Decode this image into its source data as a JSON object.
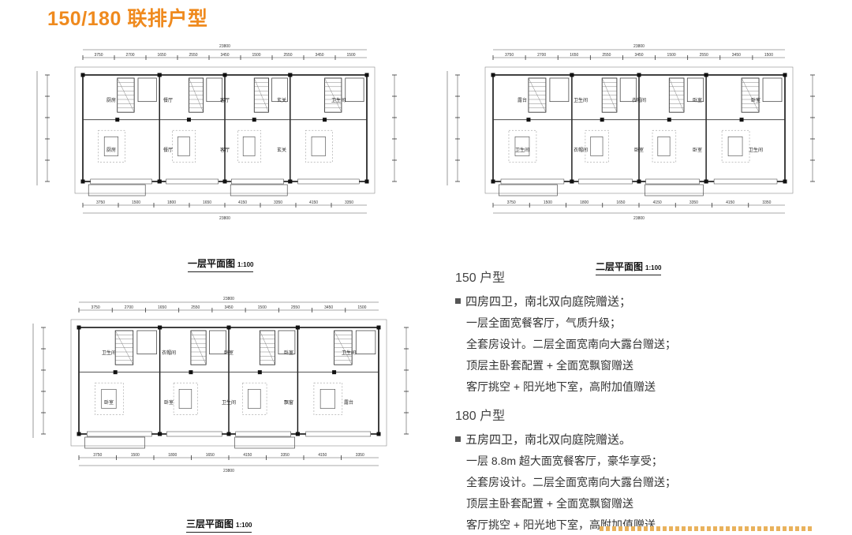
{
  "page": {
    "title": "150/180 联排户型",
    "accent_color": "#ef8a1e"
  },
  "plans": [
    {
      "label": "一层平面图",
      "scale": "1:100",
      "top_dims": [
        "3750",
        "2700",
        "1650",
        "2550",
        "3450",
        "1500",
        "2550",
        "3450",
        "1500"
      ],
      "top_total": "23800",
      "bottom_dims": [
        "3750",
        "1500",
        "1800",
        "1650",
        "4150",
        "3350",
        "4150",
        "3350"
      ],
      "bottom_total": "23800",
      "rooms": [
        "厨房",
        "餐厅",
        "客厅",
        "玄关",
        "卫生间",
        "厨房",
        "餐厅",
        "客厅",
        "玄关"
      ]
    },
    {
      "label": "二层平面图",
      "scale": "1:100",
      "top_dims": [
        "3750",
        "2700",
        "1650",
        "2550",
        "3450",
        "1500",
        "2550",
        "3450",
        "1500"
      ],
      "top_total": "23800",
      "bottom_dims": [
        "3750",
        "1500",
        "1800",
        "1650",
        "4150",
        "3350",
        "4150",
        "3350"
      ],
      "bottom_total": "23800",
      "rooms": [
        "露台",
        "卫生间",
        "衣帽间",
        "卧室",
        "卧室",
        "卫生间",
        "衣帽间",
        "卧室",
        "卧室",
        "卫生间"
      ]
    },
    {
      "label": "三层平面图",
      "scale": "1:100",
      "top_dims": [
        "3750",
        "2700",
        "1650",
        "2550",
        "3450",
        "1500",
        "2550",
        "3450",
        "1500"
      ],
      "top_total": "23800",
      "bottom_dims": [
        "3750",
        "1500",
        "1800",
        "1650",
        "4150",
        "3350",
        "4150",
        "3350"
      ],
      "bottom_total": "23800",
      "rooms": [
        "卫生间",
        "衣帽间",
        "卧室",
        "卧室",
        "卫生间",
        "卧室",
        "卧室",
        "卫生间",
        "飘窗",
        "露台"
      ]
    }
  ],
  "description": [
    {
      "type_title": "150 户型",
      "headline": "四房四卫，南北双向庭院赠送；",
      "lines": [
        "一层全面宽餐客厅，气质升级；",
        "全套房设计。二层全面宽南向大露台赠送；",
        "顶层主卧套配置 + 全面宽飘窗赠送",
        "客厅挑空 + 阳光地下室，高附加值赠送"
      ]
    },
    {
      "type_title": "180 户型",
      "headline": "五房四卫，南北双向庭院赠送。",
      "lines": [
        "一层 8.8m 超大面宽餐客厅，豪华享受；",
        "全套房设计。二层全面宽南向大露台赠送；",
        "顶层主卧套配置 + 全面宽飘窗赠送",
        "客厅挑空 + 阳光地下室，高附加值赠送"
      ]
    }
  ]
}
